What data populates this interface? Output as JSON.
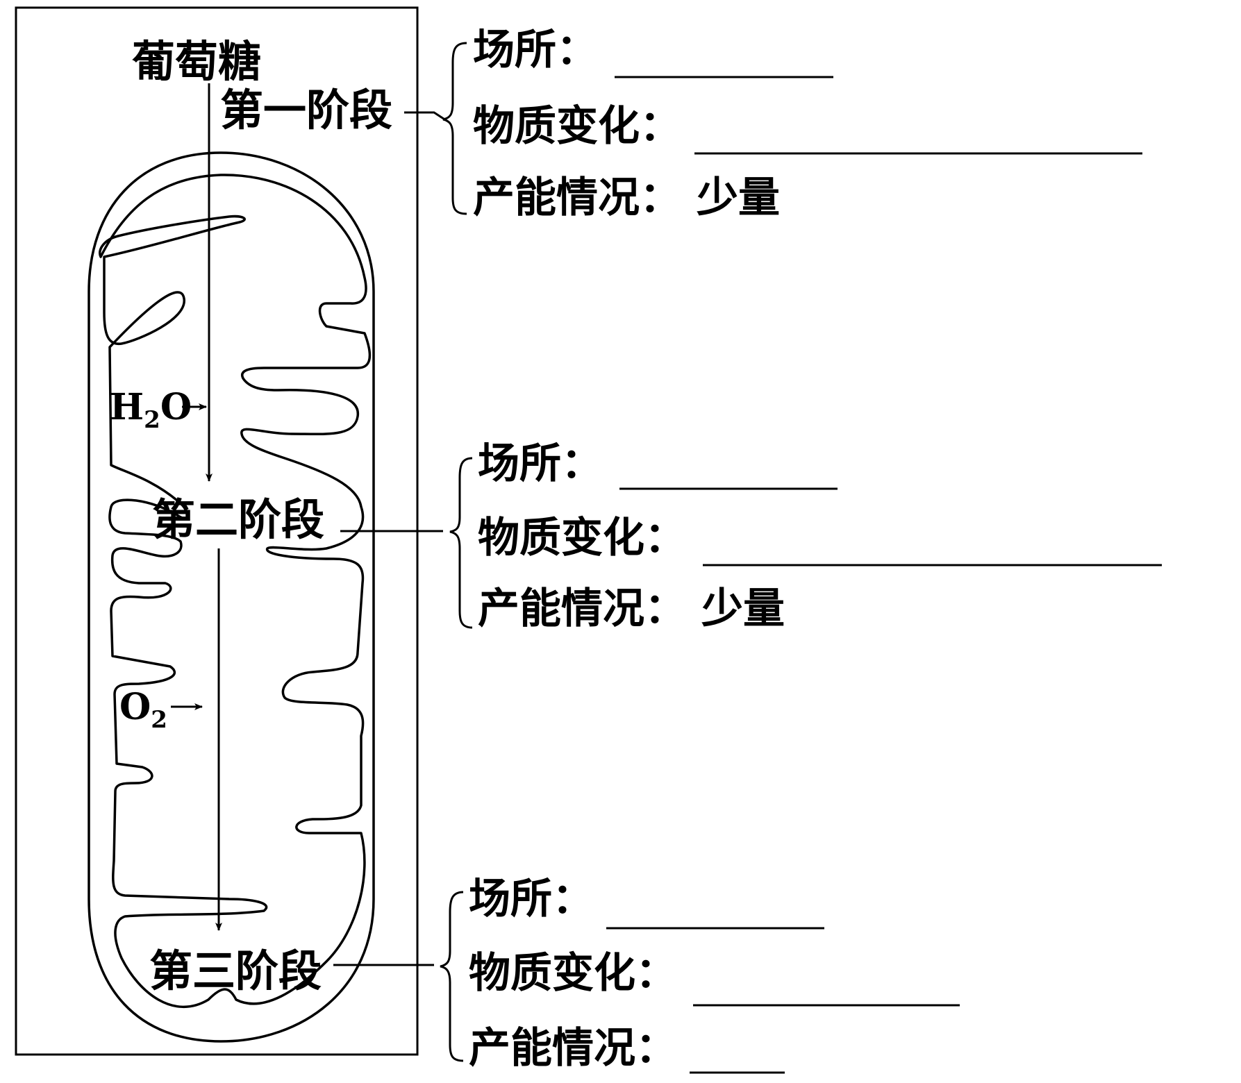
{
  "diagram": {
    "glucose": "葡萄糖",
    "stages": [
      {
        "id": "stage1",
        "label": "第一阶段"
      },
      {
        "id": "stage2",
        "label": "第二阶段"
      },
      {
        "id": "stage3",
        "label": "第三阶段"
      }
    ],
    "inputs": {
      "water": {
        "main": "H",
        "sub": "2",
        "tail": "O"
      },
      "oxygen": {
        "main": "O",
        "sub": "2"
      }
    }
  },
  "panels": [
    {
      "stage": "第一阶段",
      "rows": [
        {
          "label": "场所：",
          "value": ""
        },
        {
          "label": "物质变化：",
          "value": ""
        },
        {
          "label": "产能情况：",
          "value": "少量"
        }
      ]
    },
    {
      "stage": "第二阶段",
      "rows": [
        {
          "label": "场所：",
          "value": ""
        },
        {
          "label": "物质变化：",
          "value": ""
        },
        {
          "label": "产能情况：",
          "value": "少量"
        }
      ]
    },
    {
      "stage": "第三阶段",
      "rows": [
        {
          "label": "场所：",
          "value": ""
        },
        {
          "label": "物质变化：",
          "value": ""
        },
        {
          "label": "产能情况：",
          "value": ""
        }
      ]
    }
  ]
}
